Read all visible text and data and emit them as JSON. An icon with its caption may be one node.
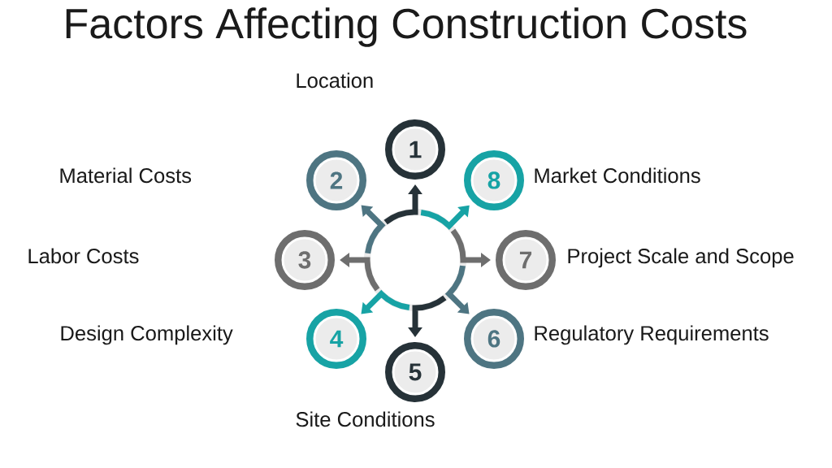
{
  "diagram": {
    "title": "Factors Affecting Construction Costs",
    "nodes": [
      {
        "text": [],
        "shape": "circle"
      },
      {
        "text": [
          "1"
        ],
        "beside": [
          "Location"
        ]
      },
      {
        "text": [
          "2"
        ]
      },
      {
        "text": [
          "3"
        ]
      },
      {
        "text": [
          "4"
        ],
        "beside": [
          "Design Complexity"
        ]
      },
      {
        "text": [
          "5"
        ],
        "beside": [
          "Site Conditions"
        ]
      },
      {
        "text": [
          "6"
        ],
        "beside": [
          "Regulatory Requirements"
        ]
      },
      {
        "text": [
          "7"
        ],
        "beside": [
          "Project Scale and Scope"
        ]
      },
      {
        "text": [
          "8"
        ],
        "beside": [
          "Market Conditions"
        ]
      }
    ],
    "edges": [
      {
        "from": 0,
        "to": 1,
        "arrow": "to",
        "color": "#263238"
      },
      {
        "from": 0,
        "to": 2,
        "arrow": "to",
        "color": "#4e7582"
      },
      {
        "from": 0,
        "to": 3,
        "arrow": "to",
        "color": "#6e6e6e"
      },
      {
        "from": 0,
        "to": 4,
        "arrow": "to",
        "color": "#17a3a5"
      },
      {
        "from": 0,
        "to": 5,
        "arrow": "to",
        "color": "#263238"
      },
      {
        "from": 0,
        "to": 6,
        "arrow": "to",
        "color": "#4e7582"
      },
      {
        "from": 0,
        "to": 7,
        "arrow": "to",
        "color": "#6e6e6e"
      },
      {
        "from": 0,
        "to": 8,
        "arrow": "to",
        "color": "#17a3a5"
      }
    ],
    "labels": [
      "Material Costs",
      "Labor Costs"
    ]
  }
}
